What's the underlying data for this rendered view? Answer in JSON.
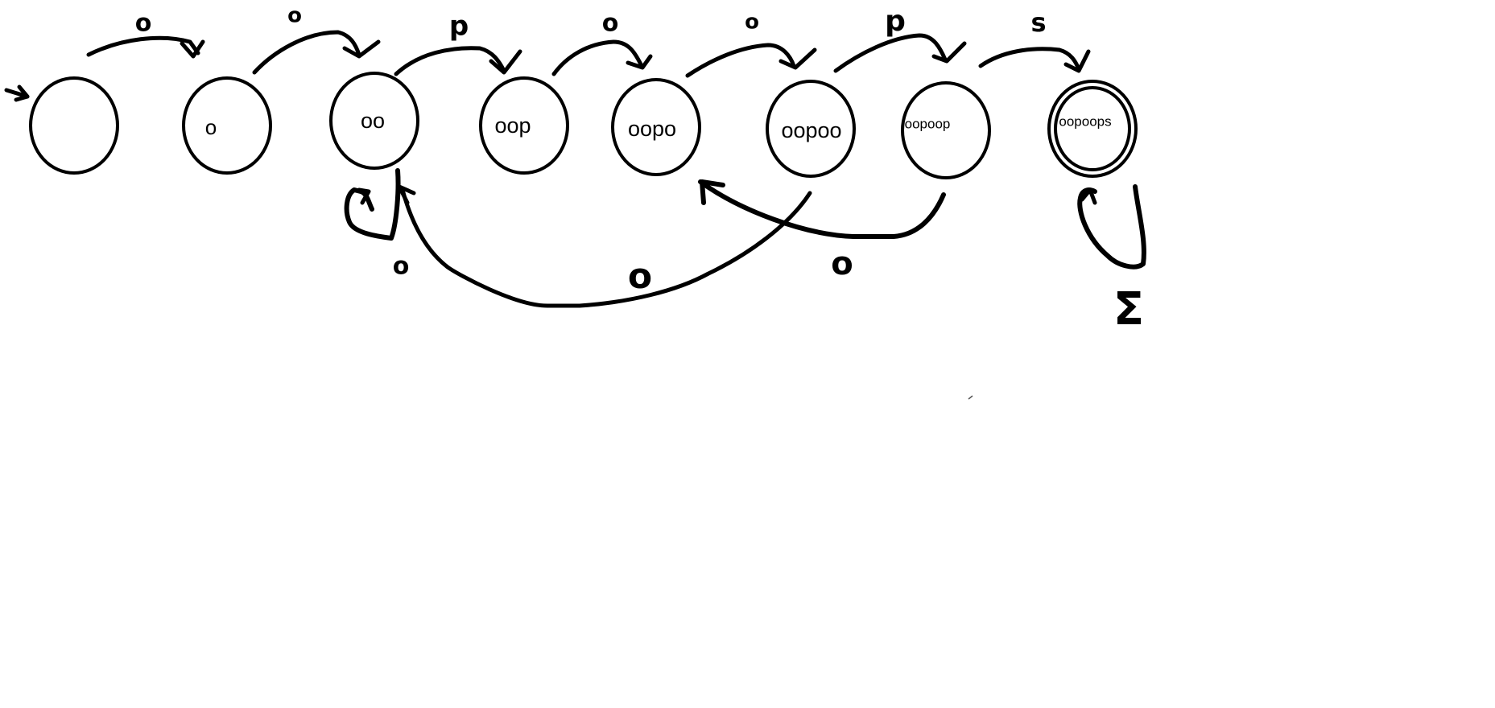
{
  "states": [
    {
      "id": "s0",
      "label": "",
      "start": true
    },
    {
      "id": "s1",
      "label": "o"
    },
    {
      "id": "s2",
      "label": "oo"
    },
    {
      "id": "s3",
      "label": "oop"
    },
    {
      "id": "s4",
      "label": "oopo"
    },
    {
      "id": "s5",
      "label": "oopoo"
    },
    {
      "id": "s6",
      "label": "oopoop"
    },
    {
      "id": "s7",
      "label": "oopoops",
      "accepting": true
    }
  ],
  "transitions": [
    {
      "from": "s0",
      "to": "s1",
      "label": "o"
    },
    {
      "from": "s1",
      "to": "s2",
      "label": "o"
    },
    {
      "from": "s2",
      "to": "s3",
      "label": "p"
    },
    {
      "from": "s3",
      "to": "s4",
      "label": "o"
    },
    {
      "from": "s4",
      "to": "s5",
      "label": "o"
    },
    {
      "from": "s5",
      "to": "s6",
      "label": "p"
    },
    {
      "from": "s6",
      "to": "s7",
      "label": "s"
    },
    {
      "from": "s2",
      "to": "s2",
      "label": "o"
    },
    {
      "from": "s5",
      "to": "s2",
      "label": "o"
    },
    {
      "from": "s6",
      "to": "s4",
      "label": "o"
    },
    {
      "from": "s7",
      "to": "s7",
      "label": "Σ"
    }
  ]
}
